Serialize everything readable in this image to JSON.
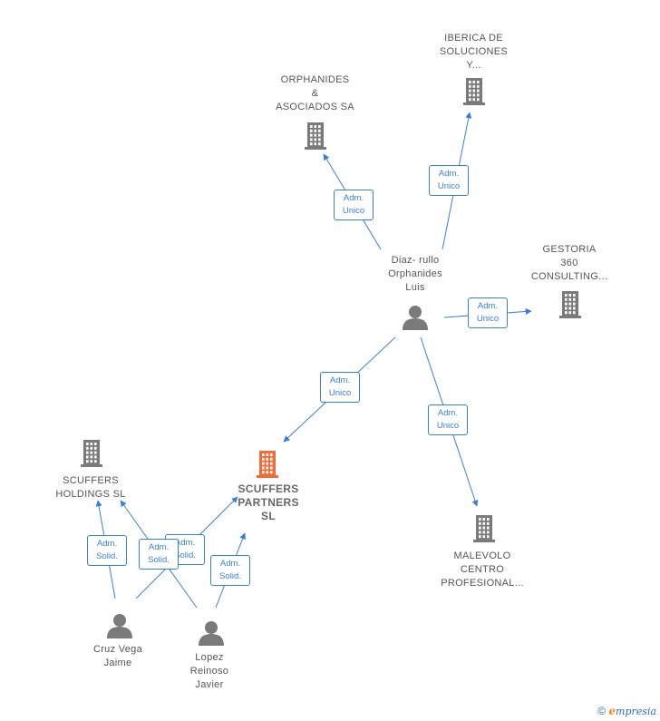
{
  "colors": {
    "edge": "#3b7fd4",
    "building": "#7a7a7a",
    "focus_building": "#f26c3a",
    "person": "#7a7a7a"
  },
  "nodes": {
    "orphanides": {
      "lines": [
        "ORPHANIDES",
        "&",
        "ASOCIADOS SA"
      ],
      "icon": "building-icon"
    },
    "iberica": {
      "lines": [
        "IBERICA DE",
        "SOLUCIONES",
        "Y..."
      ],
      "icon": "building-icon"
    },
    "diaz": {
      "lines": [
        "Diaz- rullo",
        "Orphanides",
        "Luis"
      ],
      "icon": "person-icon"
    },
    "gestoria": {
      "lines": [
        "GESTORIA",
        "360",
        "CONSULTING..."
      ],
      "icon": "building-icon"
    },
    "scuffers_holdings": {
      "lines": [
        "SCUFFERS",
        "HOLDINGS  SL"
      ],
      "icon": "building-icon"
    },
    "scuffers_partners": {
      "lines": [
        "SCUFFERS",
        "PARTNERS",
        "SL"
      ],
      "icon": "building-icon"
    },
    "malevolo": {
      "lines": [
        "MALEVOLO",
        "CENTRO",
        "PROFESIONAL..."
      ],
      "icon": "building-icon"
    },
    "cruz": {
      "lines": [
        "Cruz Vega",
        "Jaime"
      ],
      "icon": "person-icon"
    },
    "lopez": {
      "lines": [
        "Lopez",
        "Reinoso",
        "Javier"
      ],
      "icon": "person-icon"
    }
  },
  "edges": [
    {
      "from": "diaz",
      "to": "orphanides",
      "label": [
        "Adm.",
        "Unico"
      ]
    },
    {
      "from": "diaz",
      "to": "iberica",
      "label": [
        "Adm.",
        "Unico"
      ]
    },
    {
      "from": "diaz",
      "to": "gestoria",
      "label": [
        "Adm.",
        "Unico"
      ]
    },
    {
      "from": "diaz",
      "to": "scuffers_partners",
      "label": [
        "Adm.",
        "Unico"
      ]
    },
    {
      "from": "diaz",
      "to": "malevolo",
      "label": [
        "Adm.",
        "Unico"
      ]
    },
    {
      "from": "cruz",
      "to": "scuffers_holdings",
      "label": [
        "Adm.",
        "Solid."
      ]
    },
    {
      "from": "lopez",
      "to": "scuffers_holdings",
      "label": [
        "Adm.",
        "Solid."
      ]
    },
    {
      "from": "cruz",
      "to": "scuffers_partners",
      "label": [
        "Adm.",
        "Solid."
      ]
    },
    {
      "from": "lopez",
      "to": "scuffers_partners",
      "label": [
        "Adm.",
        "Solid."
      ]
    }
  ],
  "footer": {
    "copyright": "©",
    "brand_initial": "e",
    "brand_rest": "mpresia"
  }
}
